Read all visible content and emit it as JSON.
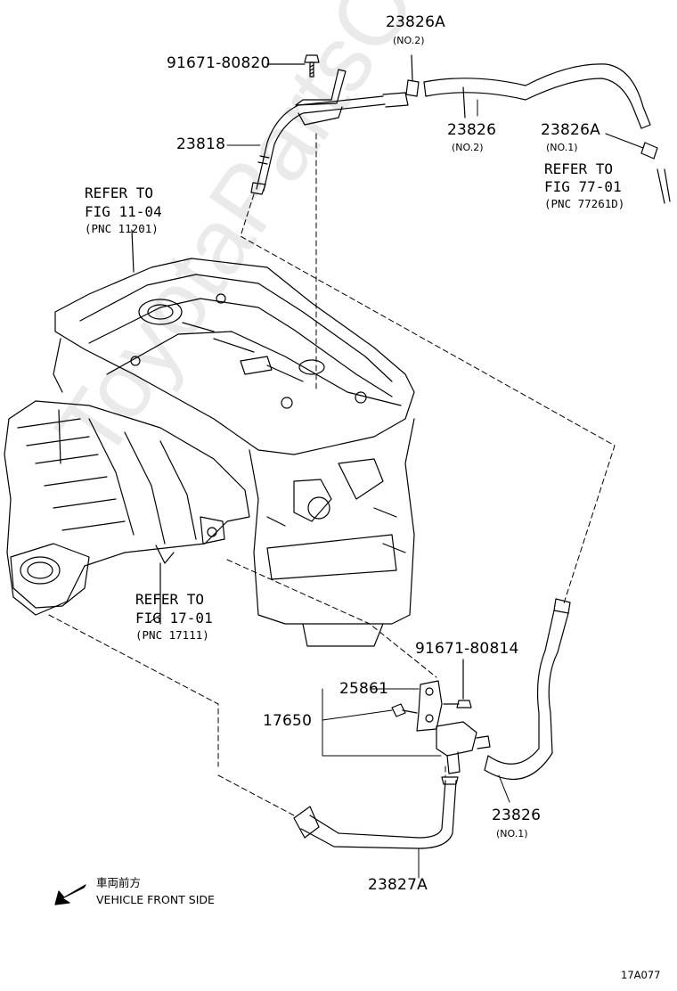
{
  "watermark": "ToyotaPartsOnline.u",
  "callouts": {
    "p23826A_top": "23826A",
    "p23826A_top_sub": "(NO.2)",
    "p91671_80820": "91671-80820",
    "p23818": "23818",
    "p23826_top": "23826",
    "p23826_top_sub": "(NO.2)",
    "p23826A_right": "23826A",
    "p23826A_right_sub": "(NO.1)",
    "p91671_80814": "91671-80814",
    "p25861": "25861",
    "p17650": "17650",
    "p23826_bottom": "23826",
    "p23826_bottom_sub": "(NO.1)",
    "p23827A": "23827A"
  },
  "references": {
    "ref_head_line1": "REFER TO",
    "ref_head_line2": "FIG 11-04",
    "ref_head_line3": "(PNC 11201)",
    "ref_right_line1": "REFER TO",
    "ref_right_line2": "FIG 77-01",
    "ref_right_line3": "(PNC 77261D)",
    "ref_manifold_line1": "REFER TO",
    "ref_manifold_line2": "FIG 17-01",
    "ref_manifold_line3": "(PNC 17111)"
  },
  "direction": {
    "japanese": "車両前方",
    "english": "VEHICLE FRONT SIDE"
  },
  "figure_code": "17A077"
}
